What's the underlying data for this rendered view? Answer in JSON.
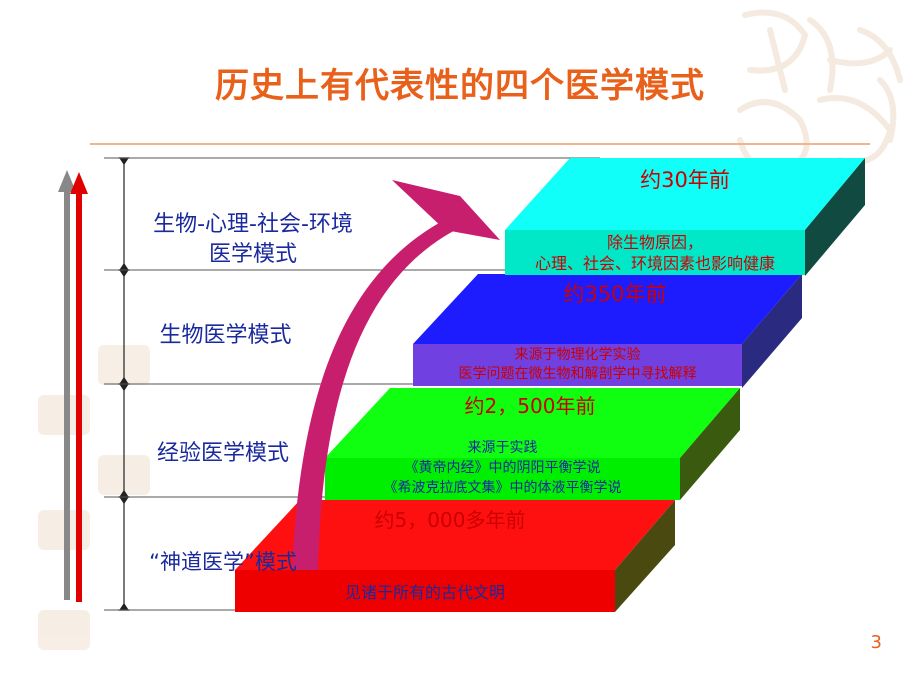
{
  "slide": {
    "title": "历史上有代表性的四个医学模式",
    "page_number": "3"
  },
  "models": [
    {
      "name_line1": "生物-心理-社会-环境",
      "name_line2": "医学模式",
      "era": "约30年前",
      "desc_line1": "除生物原因，",
      "desc_line2": "心理、社会、环境因素也影响健康",
      "color": "#00f5f0"
    },
    {
      "name_line1": "生物医学模式",
      "era": "约350年前",
      "desc_line1": "来源于物理化学实验",
      "desc_line2": "医学问题在微生物和解剖学中寻找解释",
      "color": "#1414ee"
    },
    {
      "name_line1": "经验医学模式",
      "era": "约2，500年前",
      "desc_line1": "来源于实践",
      "desc_line2": "《黄帝内经》中的阴阳平衡学说",
      "desc_line3": "《希波克拉底文集》中的体液平衡学说",
      "color": "#00ee00"
    },
    {
      "name_line1": "“神道医学”模式",
      "era": "约5，000多年前",
      "desc_line1": "见诸于所有的古代文明",
      "color": "#ee0000"
    }
  ],
  "colors": {
    "title": "#e8601a",
    "label_text": "#1a2a9e",
    "block_text": "#cc0000",
    "arrow_curve": "#c81e6e",
    "arrow_up": "#e00000"
  },
  "icons": [
    "red-up-arrow-icon",
    "curved-arrow-icon",
    "decorative-seal-icon"
  ]
}
